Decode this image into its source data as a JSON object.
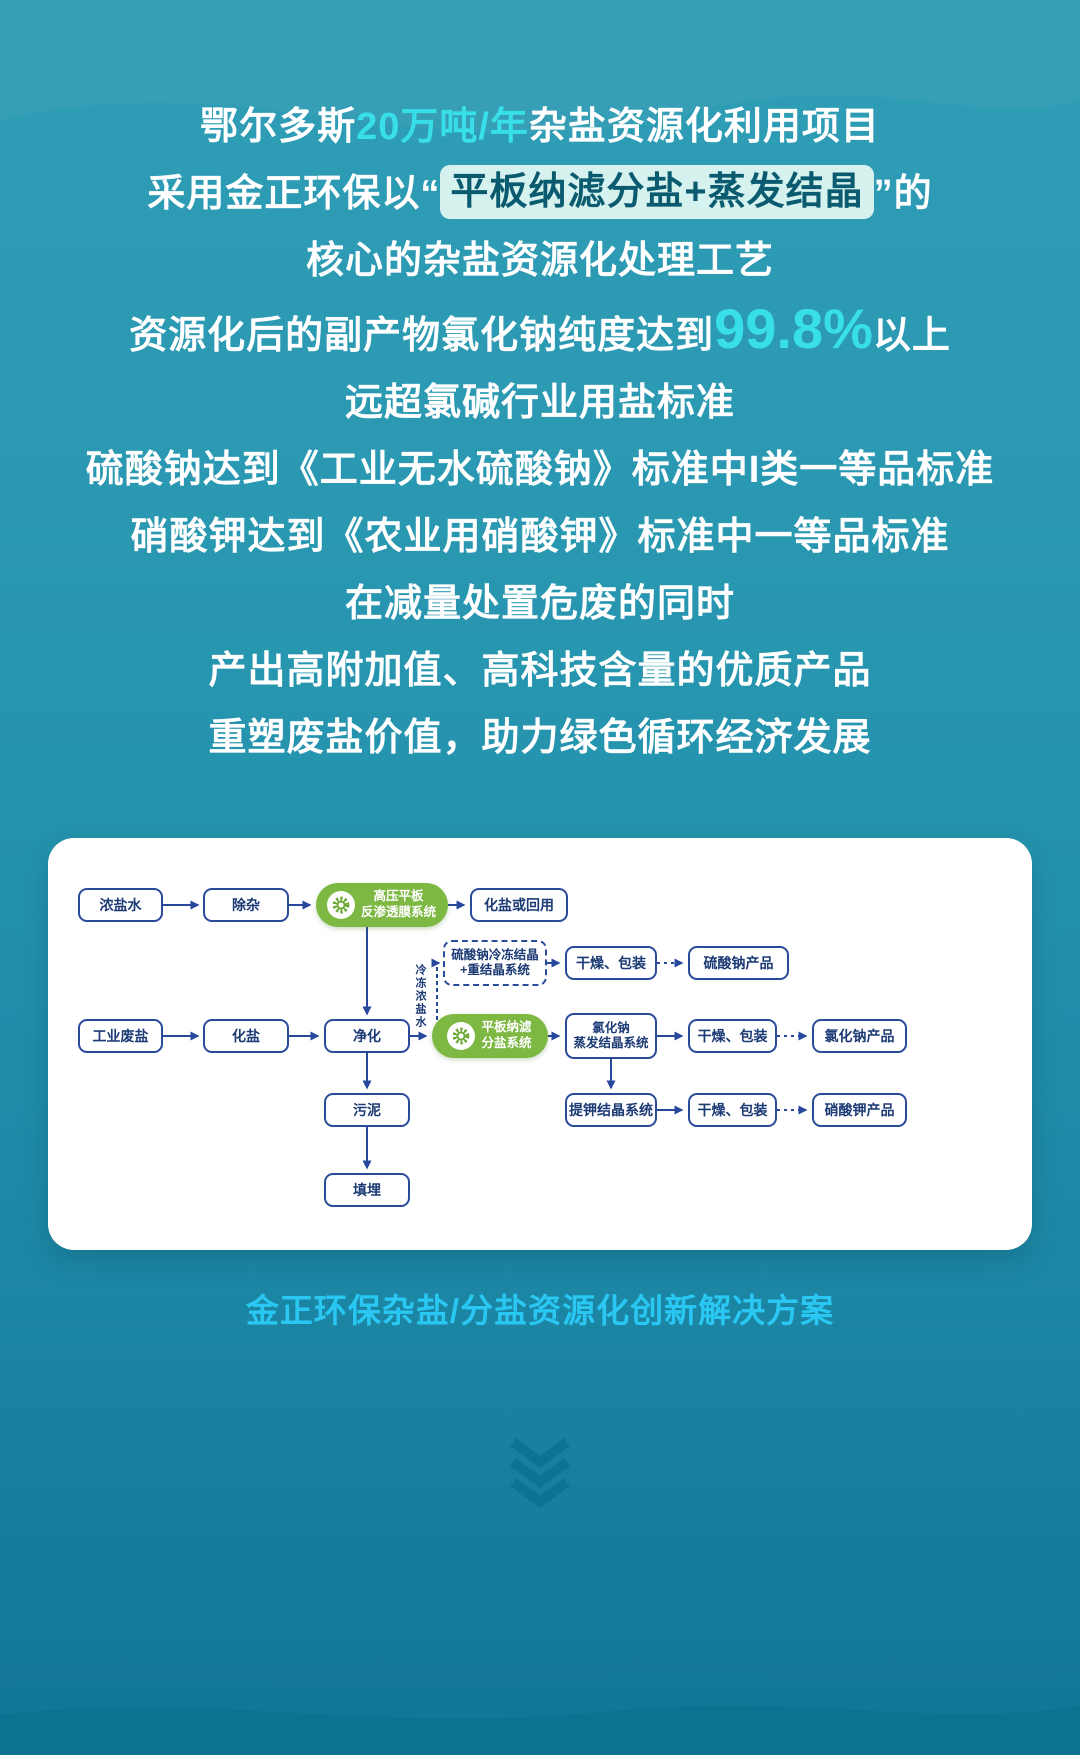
{
  "colors": {
    "background_top": "#2F9DB5",
    "background_bottom": "#147698",
    "accent_cyan": "#38DFE8",
    "caption_cyan": "#29C7F2",
    "highlight_pill_bg": "#D6F2EF",
    "highlight_pill_text": "#0B5B70",
    "flow_line_navy": "#27489C",
    "flow_green": "#7DB843",
    "chevron_teal": "#0C7492"
  },
  "icons": {
    "system_badge": "gear-icon",
    "scroll_indicator": "chevron-down-icon"
  },
  "headline": {
    "line1_pre": "鄂尔多斯",
    "line1_accent": "20万吨/年",
    "line1_post": "杂盐资源化利用项目",
    "line2_pre": "采用金正环保以",
    "line2_quote_open": "“",
    "line2_highlight": "平板纳滤分盐+蒸发结晶",
    "line2_quote_close": "”",
    "line2_post": "的",
    "line3": "核心的杂盐资源化处理工艺",
    "line4_pre": "资源化后的副产物氯化钠纯度达到",
    "line4_accent": "99.8%",
    "line4_post": "以上",
    "line5": "远超氯碱行业用盐标准",
    "line6": "硫酸钠达到《工业无水硫酸钠》标准中I类一等品标准",
    "line7": "硝酸钾达到《农业用硝酸钾》标准中一等品标准",
    "line8": "在减量处置危废的同时",
    "line9": "产出高附加值、高科技含量的优质产品",
    "line10": "重塑废盐价值，助力绿色循环经济发展"
  },
  "flow": {
    "nodes": {
      "brine": {
        "label": "浓盐水"
      },
      "impurity_removal": {
        "label": "除杂"
      },
      "ro_system": {
        "line1": "高压平板",
        "line2": "反渗透膜系统"
      },
      "salt_or_reuse": {
        "label": "化盐或回用"
      },
      "na2so4_cryst": {
        "line1": "硫酸钠冷冻结晶",
        "line2": "+重结晶系统"
      },
      "dry_pack_1": {
        "label": "干燥、包装"
      },
      "na2so4_product": {
        "label": "硫酸钠产品"
      },
      "industrial_waste_salt": {
        "label": "工业废盐"
      },
      "salt_dissolving": {
        "label": "化盐"
      },
      "purification": {
        "label": "净化"
      },
      "nf_system": {
        "line1": "平板纳滤",
        "line2": "分盐系统"
      },
      "nacl_evap": {
        "line1": "氯化钠",
        "line2": "蒸发结晶系统"
      },
      "dry_pack_2": {
        "label": "干燥、包装"
      },
      "nacl_product": {
        "label": "氯化钠产品"
      },
      "k_cryst": {
        "label": "提钾结晶系统"
      },
      "dry_pack_3": {
        "label": "干燥、包装"
      },
      "kno3_product": {
        "label": "硝酸钾产品"
      },
      "sludge": {
        "label": "污泥"
      },
      "landfill": {
        "label": "填埋"
      }
    },
    "edge_label_cold_brine": "冷冻浓盐水"
  },
  "caption": "金正环保杂盐/分盐资源化创新解决方案"
}
